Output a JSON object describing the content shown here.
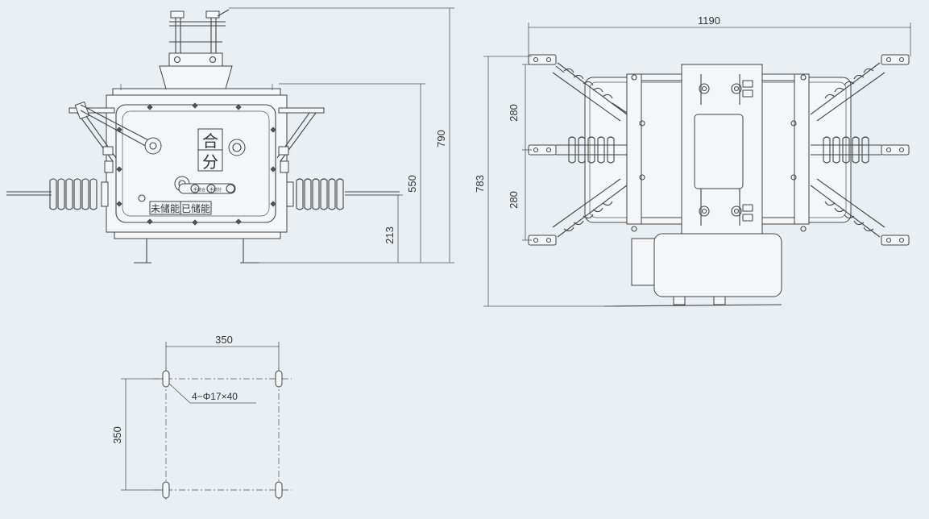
{
  "dimensions": {
    "front_height_total": "790",
    "front_height_mid": "550",
    "front_height_low": "213",
    "top_width": "1190",
    "top_depth": "783",
    "top_pitch_upper": "280",
    "top_pitch_lower": "280",
    "mount_width": "350",
    "mount_height": "350",
    "mount_holes": "4−Φ17×40"
  },
  "panel": {
    "close_label": "合",
    "open_label": "分",
    "uncharged_label": "未储能",
    "charged_label": "已储能",
    "manual_close": "手动合",
    "manual_open": "手动分"
  },
  "colors": {
    "background": "#e9eff3",
    "line": "#444444"
  }
}
